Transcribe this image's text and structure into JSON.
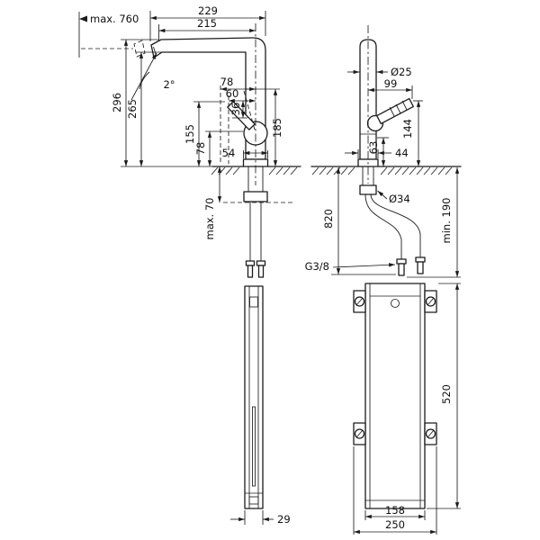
{
  "meta": {
    "background": "#ffffff",
    "ink": "#1b1b1b"
  },
  "drawing": {
    "left_view": {
      "max_height": "max. 760",
      "reach_overall": "229",
      "reach": "215",
      "spout_angle": "2°",
      "handle_back": "78",
      "handle_front": "60",
      "handle_travel": "36",
      "height_total": "296",
      "height_clearance": "265",
      "height_handle": "155",
      "height_handle_up": "185",
      "height_ball": "78",
      "base_dia": "54",
      "deck_thickness": "max. 70",
      "rail_depth": "29"
    },
    "right_view": {
      "spout_dia": "Ø25",
      "handle_reach": "99",
      "pivot_height": "63",
      "handle_height": "144",
      "base_depth": "44",
      "hole_dia": "Ø34",
      "hose_length": "820",
      "clearance_below": "min. 190",
      "hose_thread": "G3/8",
      "rail_height": "520",
      "rail_width": "158",
      "rail_width_overall": "250"
    }
  }
}
